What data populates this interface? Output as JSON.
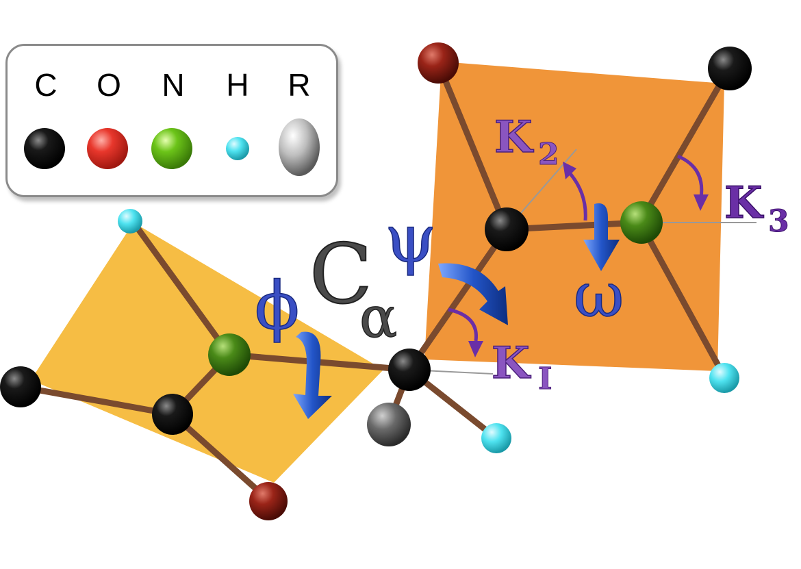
{
  "legend": {
    "items": [
      {
        "symbol": "C",
        "color": "#000000",
        "element": "carbon"
      },
      {
        "symbol": "O",
        "color": "#e8372c",
        "element": "oxygen"
      },
      {
        "symbol": "N",
        "color": "#6cc419",
        "element": "nitrogen"
      },
      {
        "symbol": "H",
        "color": "#4fe3f0",
        "element": "hydrogen"
      },
      {
        "symbol": "R",
        "color": "#d9d9d9",
        "element": "side chain"
      }
    ]
  },
  "labels": {
    "ca_main": "C",
    "ca_sub": "α",
    "phi": "ϕ",
    "psi": "ψ",
    "omega": "ω",
    "kappa1_main": "K",
    "kappa1_sub": "I",
    "kappa2_main": "K",
    "kappa2_sub": "2",
    "kappa3_main": "K",
    "kappa3_sub": "3"
  },
  "colors": {
    "plane_left": "#f6b93a",
    "plane_right": "#ef8f2e",
    "bond": "#7a4a2e",
    "arrow_blue": "#2355c8",
    "arrow_purple": "#6a2fa6",
    "label_blue": "#3a4fc4",
    "label_purple": "#8a55c0",
    "label_gray": "#4a4a4a"
  }
}
